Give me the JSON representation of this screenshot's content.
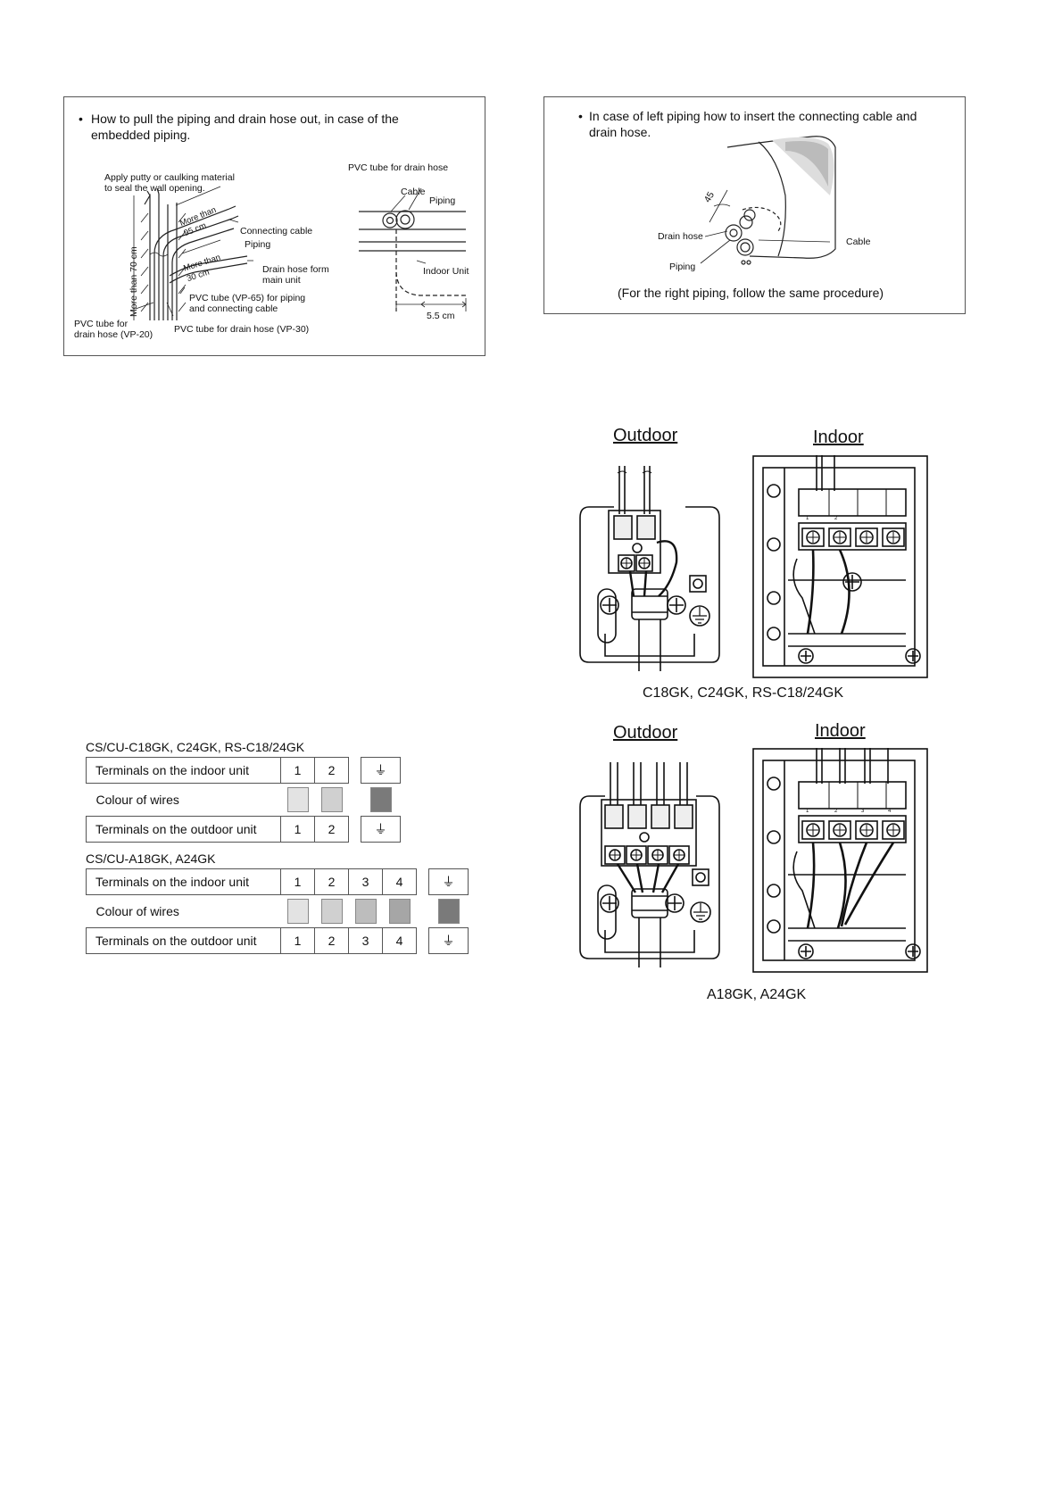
{
  "panel_embedded": {
    "bullet": "How to pull the piping and drain hose out, in case of the embedded piping.",
    "labels": {
      "putty": "Apply putty or caulking material\nto seal the wall opening.",
      "more_than_95": "More than\n95 cm",
      "connecting_cable": "Connecting cable",
      "piping": "Piping",
      "more_than_30": "More than\n30 cm",
      "drain_hose_form": "Drain hose form\nmain unit",
      "more_than_70": "More than 70 cm",
      "vp65": "PVC tube (VP-65) for piping\nand connecting cable",
      "vp20": "PVC tube for\ndrain hose (VP-20)",
      "vp30": "PVC tube for drain hose (VP-30)",
      "pvc_drain": "PVC tube for drain hose",
      "cable": "Cable",
      "piping_right": "Piping",
      "indoor_unit": "Indoor Unit",
      "dist_55": "5.5 cm"
    }
  },
  "panel_left_piping": {
    "bullet": "In case of left piping how to insert the connecting cable and drain hose.",
    "labels": {
      "angle": "45",
      "drain_hose": "Drain hose",
      "cable": "Cable",
      "piping": "Piping"
    },
    "note": "(For the right piping, follow the same procedure)"
  },
  "wiring_top": {
    "outdoor": "Outdoor",
    "indoor": "Indoor",
    "caption": "C18GK, C24GK, RS-C18/24GK",
    "indoor_terminal_numbers": [
      "1",
      "2"
    ]
  },
  "wiring_bottom": {
    "outdoor": "Outdoor",
    "indoor": "Indoor",
    "caption": "A18GK, A24GK",
    "indoor_terminal_numbers": [
      "1",
      "2",
      "3",
      "4"
    ]
  },
  "table1": {
    "title": "CS/CU-C18GK, C24GK, RS-C18/24GK",
    "row_indoor": "Terminals on the indoor unit",
    "row_colour": "Colour of wires",
    "row_outdoor": "Terminals on the outdoor unit",
    "terminals": [
      "1",
      "2"
    ],
    "wire_colours": [
      "#e3e3e3",
      "#d0d0d0"
    ],
    "earth_colour": "#7a7a7a",
    "earth_icon": "earth-ground-icon"
  },
  "table2": {
    "title": "CS/CU-A18GK, A24GK",
    "row_indoor": "Terminals on the indoor unit",
    "row_colour": "Colour of wires",
    "row_outdoor": "Terminals on the outdoor unit",
    "terminals": [
      "1",
      "2",
      "3",
      "4"
    ],
    "wire_colours": [
      "#e3e3e3",
      "#d0d0d0",
      "#bdbdbd",
      "#a6a6a6"
    ],
    "earth_colour": "#7a7a7a",
    "earth_icon": "earth-ground-icon"
  }
}
